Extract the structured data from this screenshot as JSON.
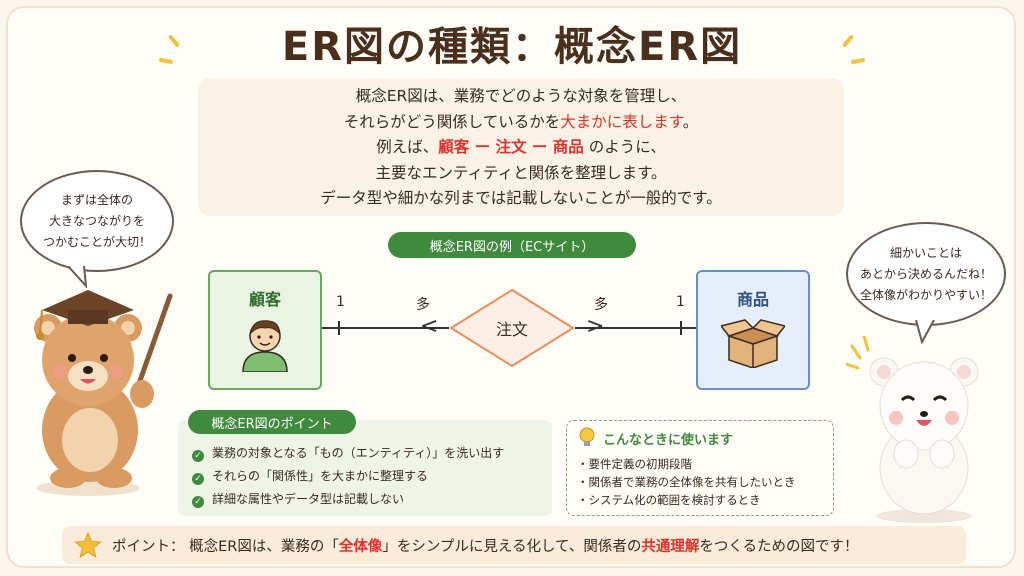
{
  "title": "ER図の種類：概念ER図",
  "intro": {
    "line1": "概念ER図は、業務でどのような対象を管理し、",
    "line2_pre": "それらがどう関係しているかを",
    "line2_red": "大まかに表します",
    "line2_post": "。",
    "line3_pre": "例えば、",
    "line3_red": "顧客 ー 注文 ー 商品",
    "line3_post": " のように、",
    "line4": "主要なエンティティと関係を整理します。",
    "line5": "データ型や細かな列までは記載しないことが一般的です。"
  },
  "bubble_left": {
    "l1": "まずは全体の",
    "l2": "大きなつながりを",
    "l3": "つかむことが大切！"
  },
  "bubble_right": {
    "l1": "細かいことは",
    "l2": "あとから決めるんだね！",
    "l3": "全体像がわかりやすい！"
  },
  "example_label": "概念ER図の例（ECサイト）",
  "diagram": {
    "left_entity": "顧客",
    "right_entity": "商品",
    "relationship": "注文",
    "left_one": "1",
    "left_many": "多",
    "right_many": "多",
    "right_one": "1"
  },
  "points": {
    "header": "概念ER図のポイント",
    "items": [
      "業務の対象となる「もの（エンティティ）」を洗い出す",
      "それらの「関係性」を大まかに整理する",
      "詳細な属性やデータ型は記載しない"
    ]
  },
  "when": {
    "title": "こんなときに使います",
    "items": [
      "・要件定義の初期段階",
      "・関係者で業務の全体像を共有したいとき",
      "・システム化の範囲を検討するとき"
    ]
  },
  "footer": {
    "p1": "ポイント： 概念ER図は、業務の「",
    "p2": "全体像",
    "p3": "」をシンプルに見える化して、関係者の",
    "p4": "共通理解",
    "p5": "をつくるための図です！"
  },
  "colors": {
    "accent_green": "#3f8a3c",
    "accent_red": "#e0312a",
    "customer_fill": "#e9f4e3",
    "product_fill": "#e6eef9"
  }
}
